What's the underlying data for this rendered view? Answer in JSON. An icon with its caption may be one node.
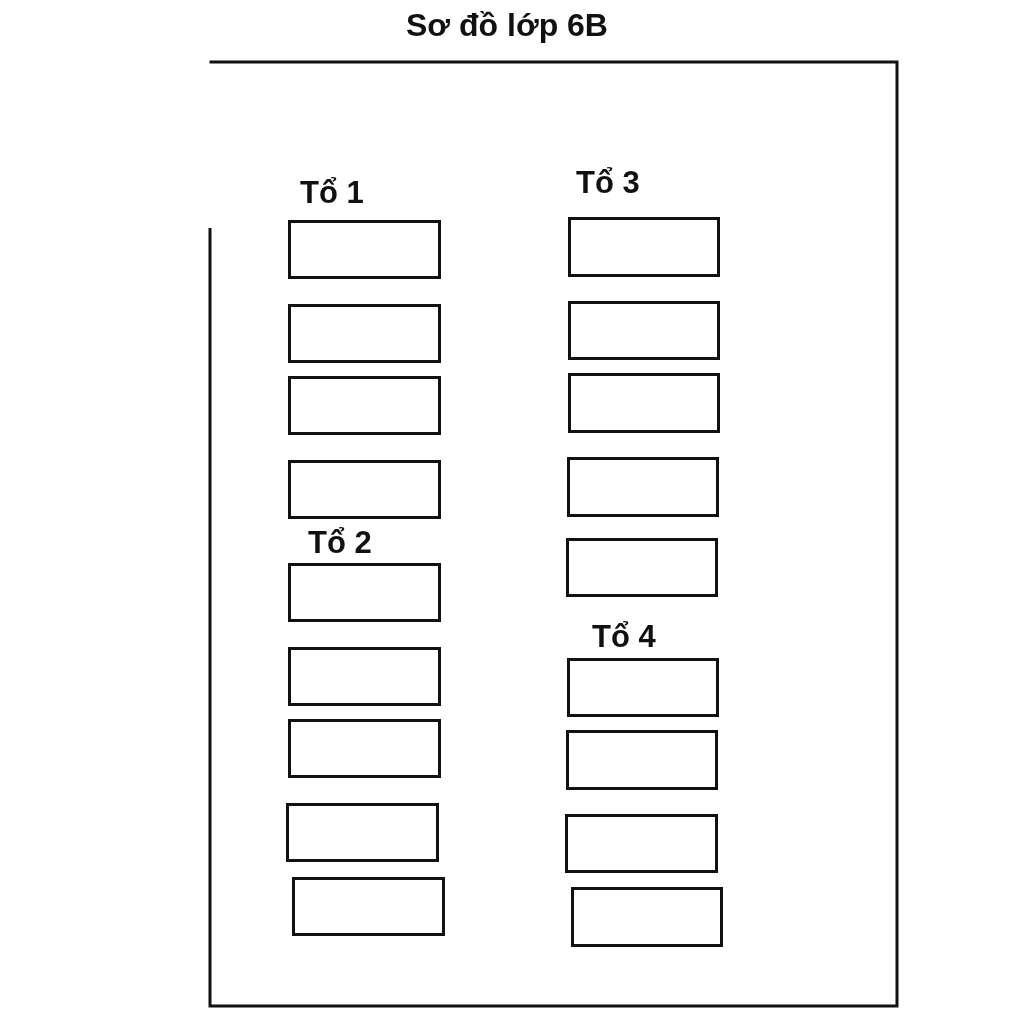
{
  "diagram": {
    "title": "Sơ đồ lớp 6B",
    "nodes": [
      {
        "text": [],
        "shape": "box"
      },
      {
        "text": [],
        "shape": "box",
        "in": 0
      },
      {
        "text": [],
        "shape": "box",
        "in": 0
      },
      {
        "text": [],
        "shape": "box",
        "in": 0
      },
      {
        "text": [],
        "shape": "box",
        "in": 0
      },
      {
        "text": [],
        "shape": "box",
        "in": 0
      },
      {
        "text": [],
        "shape": "box",
        "in": 0
      },
      {
        "text": [],
        "shape": "box",
        "in": 0
      },
      {
        "text": [],
        "shape": "box",
        "in": 0
      },
      {
        "text": [],
        "shape": "box",
        "in": 0
      },
      {
        "text": [],
        "shape": "box",
        "in": 0
      },
      {
        "text": [],
        "shape": "box",
        "in": 0
      },
      {
        "text": [],
        "shape": "box",
        "in": 0
      },
      {
        "text": [],
        "shape": "box",
        "in": 0
      },
      {
        "text": [],
        "shape": "box",
        "in": 0
      },
      {
        "text": [],
        "shape": "box",
        "in": 0
      },
      {
        "text": [],
        "shape": "box",
        "in": 0
      },
      {
        "text": [],
        "shape": "box",
        "in": 0
      },
      {
        "text": [],
        "shape": "box",
        "in": 0
      }
    ],
    "edges": [],
    "labels": [
      "Tổ 1",
      "Tổ 3",
      "Tổ 2",
      "Tổ 4"
    ]
  }
}
